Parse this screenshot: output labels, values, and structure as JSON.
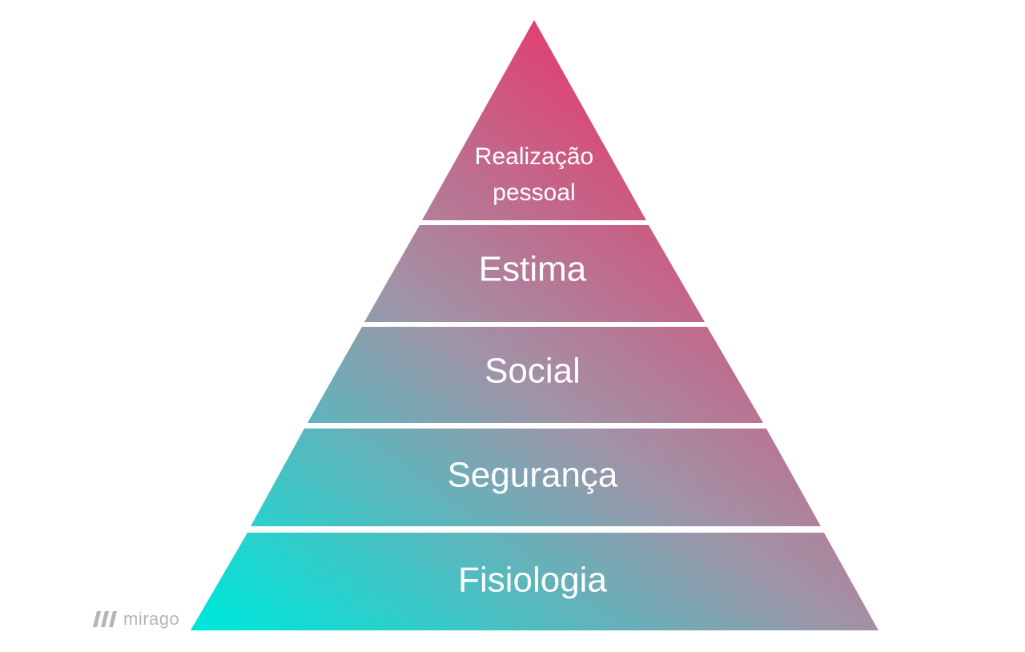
{
  "diagram": {
    "levels": [
      {
        "label_lines": [
          "Realização",
          "pessoal"
        ]
      },
      {
        "label_lines": [
          "Estima"
        ]
      },
      {
        "label_lines": [
          "Social"
        ]
      },
      {
        "label_lines": [
          "Segurança"
        ]
      },
      {
        "label_lines": [
          "Fisiologia"
        ]
      }
    ],
    "colors": {
      "gradient_start": "#00e5da",
      "gradient_end": "#f02b64",
      "separator": "#ffffff",
      "label": "#ffffff"
    }
  },
  "watermark": {
    "text": "mirago",
    "icon": "mirago-logo-icon",
    "color": "#b5b5b5"
  }
}
